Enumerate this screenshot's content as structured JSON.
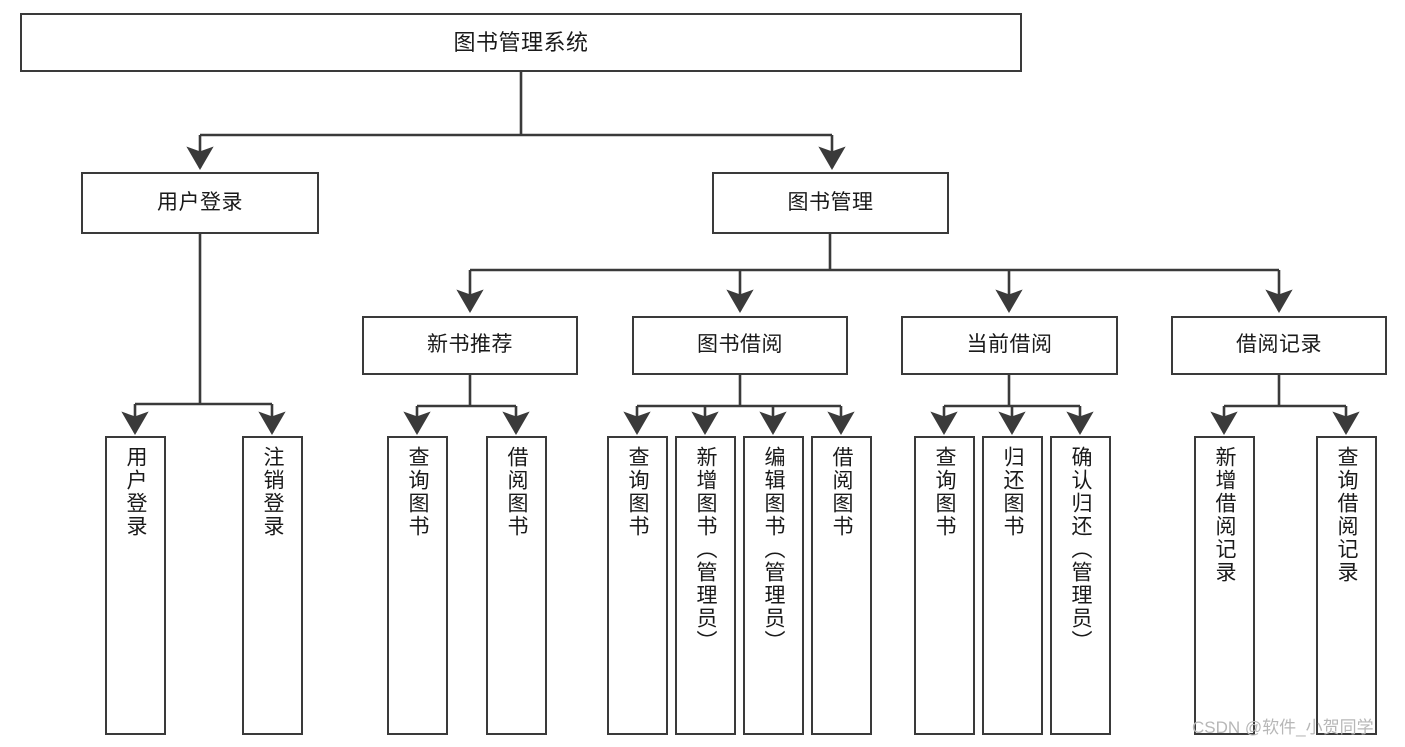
{
  "diagram": {
    "title": "图书管理系统",
    "type": "tree-hierarchy",
    "background_color": "#ffffff",
    "border_color": "#3a3a3a",
    "text_color": "#1a1a1a",
    "watermark": "CSDN @软件_小贺同学",
    "nodes": {
      "root": {
        "label": "图书管理系统",
        "level": 1
      },
      "l2_user_login": {
        "label": "用户登录",
        "level": 2
      },
      "l2_book_manage": {
        "label": "图书管理",
        "level": 2
      },
      "l3_new_book_rec": {
        "label": "新书推荐",
        "level": 3
      },
      "l3_book_borrow": {
        "label": "图书借阅",
        "level": 3
      },
      "l3_current_borrow": {
        "label": "当前借阅",
        "level": 3
      },
      "l3_borrow_record": {
        "label": "借阅记录",
        "level": 3
      },
      "leaf_user_login": {
        "label": "用户登录",
        "level": 4
      },
      "leaf_logout": {
        "label": "注销登录",
        "level": 4
      },
      "leaf_query_book_1": {
        "label": "查询图书",
        "level": 4
      },
      "leaf_borrow_book_1": {
        "label": "借阅图书",
        "level": 4
      },
      "leaf_query_book_2": {
        "label": "查询图书",
        "level": 4
      },
      "leaf_add_book": {
        "label": "新增图书（管理员）",
        "level": 4
      },
      "leaf_edit_book": {
        "label": "编辑图书（管理员）",
        "level": 4
      },
      "leaf_borrow_book_2": {
        "label": "借阅图书",
        "level": 4
      },
      "leaf_query_book_3": {
        "label": "查询图书",
        "level": 4
      },
      "leaf_return_book": {
        "label": "归还图书",
        "level": 4
      },
      "leaf_confirm_return": {
        "label": "确认归还（管理员）",
        "level": 4
      },
      "leaf_add_record": {
        "label": "新增借阅记录",
        "level": 4
      },
      "leaf_query_record": {
        "label": "查询借阅记录",
        "level": 4
      }
    },
    "edges": [
      {
        "from": "root",
        "to": "l2_user_login"
      },
      {
        "from": "root",
        "to": "l2_book_manage"
      },
      {
        "from": "l2_user_login",
        "to": "leaf_user_login"
      },
      {
        "from": "l2_user_login",
        "to": "leaf_logout"
      },
      {
        "from": "l2_book_manage",
        "to": "l3_new_book_rec"
      },
      {
        "from": "l2_book_manage",
        "to": "l3_book_borrow"
      },
      {
        "from": "l2_book_manage",
        "to": "l3_current_borrow"
      },
      {
        "from": "l2_book_manage",
        "to": "l3_borrow_record"
      },
      {
        "from": "l3_new_book_rec",
        "to": "leaf_query_book_1"
      },
      {
        "from": "l3_new_book_rec",
        "to": "leaf_borrow_book_1"
      },
      {
        "from": "l3_book_borrow",
        "to": "leaf_query_book_2"
      },
      {
        "from": "l3_book_borrow",
        "to": "leaf_add_book"
      },
      {
        "from": "l3_book_borrow",
        "to": "leaf_edit_book"
      },
      {
        "from": "l3_book_borrow",
        "to": "leaf_borrow_book_2"
      },
      {
        "from": "l3_current_borrow",
        "to": "leaf_query_book_3"
      },
      {
        "from": "l3_current_borrow",
        "to": "leaf_return_book"
      },
      {
        "from": "l3_current_borrow",
        "to": "leaf_confirm_return"
      },
      {
        "from": "l3_borrow_record",
        "to": "leaf_add_record"
      },
      {
        "from": "l3_borrow_record",
        "to": "leaf_query_record"
      }
    ]
  }
}
